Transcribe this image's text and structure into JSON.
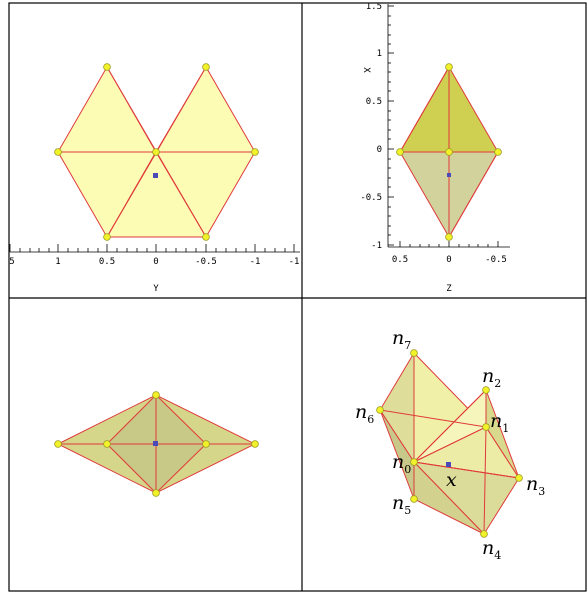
{
  "panel_tl": {
    "axis_title": "Y",
    "ticks": [
      "5",
      "1",
      "0.5",
      "0",
      "-0.5",
      "-1",
      "-1"
    ]
  },
  "panel_tr": {
    "x_title": "Z",
    "y_title": "X",
    "x_ticks": [
      "0.5",
      "0",
      "-0.5"
    ],
    "y_ticks": [
      "1.5",
      "1",
      "0.5",
      "0",
      "-0.5",
      "-1"
    ]
  },
  "labels": {
    "n0": {
      "main": "n",
      "sub": "0"
    },
    "n1": {
      "main": "n",
      "sub": "1"
    },
    "n2": {
      "main": "n",
      "sub": "2"
    },
    "n3": {
      "main": "n",
      "sub": "3"
    },
    "n4": {
      "main": "n",
      "sub": "4"
    },
    "n5": {
      "main": "n",
      "sub": "5"
    },
    "n6": {
      "main": "n",
      "sub": "6"
    },
    "n7": {
      "main": "n",
      "sub": "7"
    },
    "x": "x"
  },
  "colors": {
    "fill_light": "#fcfcb4",
    "fill_dark": "#d6d68a",
    "fill_olive": "#cfcf52",
    "fill_grey": "#d2d39c",
    "edge": "#e03a3a",
    "node": "#f2f22a",
    "node_stroke": "#9a9a20",
    "center": "#4a4ab8"
  }
}
